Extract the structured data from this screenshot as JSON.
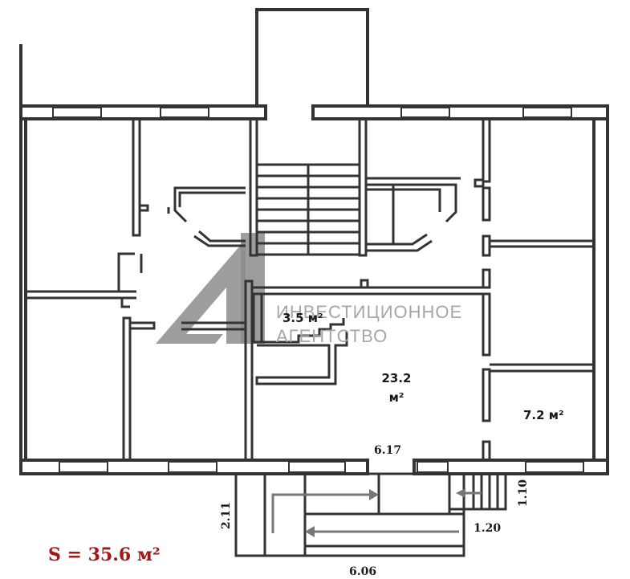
{
  "plan": {
    "rooms": {
      "small_room_label": "3.5 м²",
      "main_room_area": "23.2",
      "main_room_unit": "м²",
      "right_room_label": "7.2 м²"
    },
    "dimensions": {
      "dim_617": "6.17",
      "dim_110": "1.10",
      "dim_120": "1.20",
      "dim_211": "2.11",
      "dim_606": "6.06"
    },
    "total_area": "S = 35.6 м²",
    "watermark": {
      "line1": "ИНВЕСТИЦИОННОЕ",
      "line2": "АГЕНТСТВО"
    }
  },
  "colors": {
    "wall": "#333333",
    "window": "#ffffff",
    "arrow": "#777777",
    "watermark": "#8c8c8c",
    "total_area": "#a01818"
  }
}
